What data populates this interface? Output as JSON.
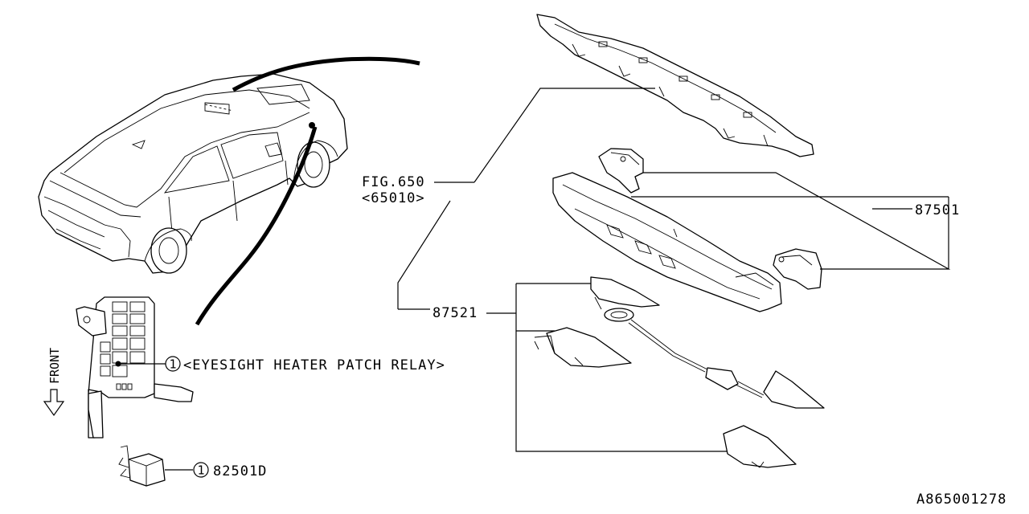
{
  "labels": {
    "fig_ref": "FIG.650",
    "fig_sub": "<65010>",
    "part_87501": "87501",
    "part_87521": "87521",
    "callout_1_number": "1",
    "callout_1_text": "<EYESIGHT HEATER PATCH RELAY>",
    "callout_2_number": "1",
    "callout_2_text": "82501D",
    "front_label": "FRONT",
    "diagram_id": "A865001278"
  }
}
